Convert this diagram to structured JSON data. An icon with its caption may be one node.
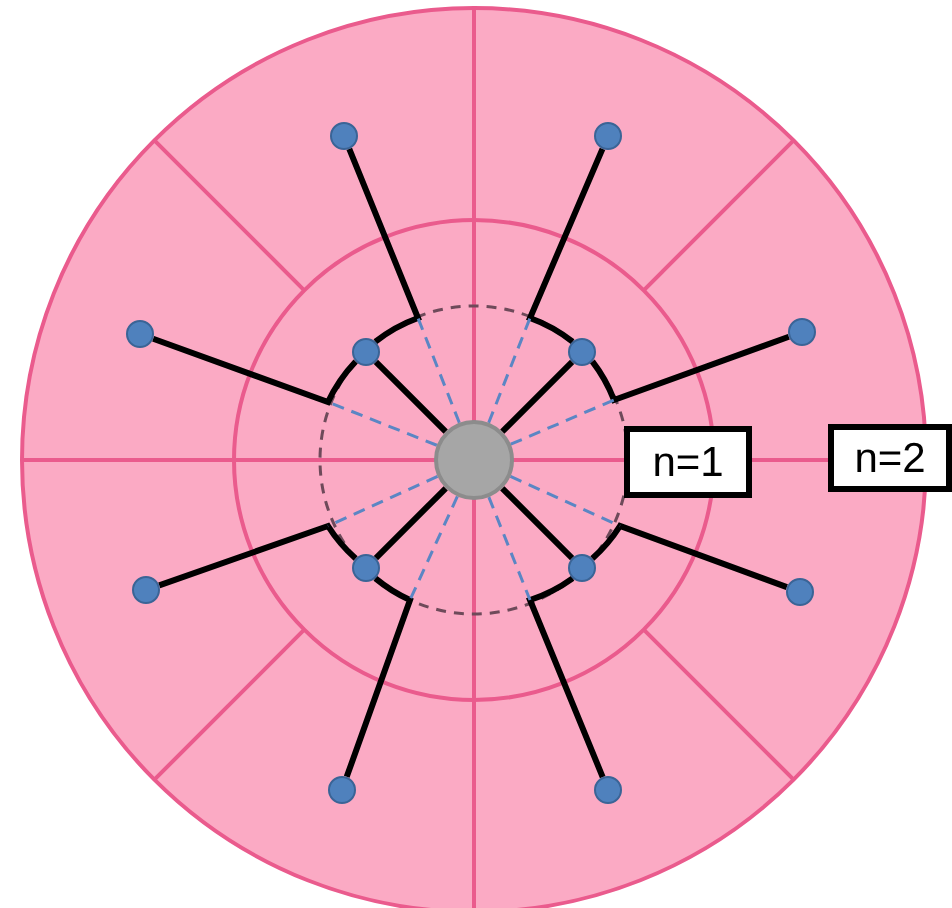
{
  "diagram": {
    "nodes": [
      {
        "text": [],
        "shape": "circle"
      },
      {
        "text": [],
        "shape": "circle"
      },
      {
        "text": [],
        "shape": "circle"
      },
      {
        "text": [],
        "shape": "circle"
      },
      {
        "text": [],
        "shape": "circle"
      },
      {
        "text": [],
        "shape": "circle"
      },
      {
        "text": [],
        "shape": "circle"
      },
      {
        "text": [],
        "shape": "circle"
      },
      {
        "text": [],
        "shape": "circle"
      },
      {
        "text": [],
        "shape": "circle"
      },
      {
        "text": [],
        "shape": "circle"
      },
      {
        "text": [],
        "shape": "circle"
      },
      {
        "text": [],
        "shape": "circle"
      },
      {
        "text": [
          "n=1"
        ]
      },
      {
        "text": [
          "n=2"
        ]
      }
    ],
    "edges": [
      {
        "from": 0,
        "to": 1,
        "arrow": "none"
      },
      {
        "from": 0,
        "to": 2,
        "arrow": "none"
      },
      {
        "from": 0,
        "to": 3,
        "arrow": "none"
      },
      {
        "from": 0,
        "to": 4,
        "arrow": "none"
      },
      {
        "from": 1,
        "to": 5,
        "arrow": "none"
      },
      {
        "from": 1,
        "to": 7,
        "arrow": "none"
      },
      {
        "from": 2,
        "to": 6,
        "arrow": "none"
      },
      {
        "from": 2,
        "to": 8,
        "arrow": "none"
      },
      {
        "from": 3,
        "to": 9,
        "arrow": "none"
      },
      {
        "from": 3,
        "to": 11,
        "arrow": "none"
      },
      {
        "from": 4,
        "to": 10,
        "arrow": "none"
      },
      {
        "from": 4,
        "to": 12,
        "arrow": "none"
      },
      {
        "from": 0,
        "to": null,
        "arrow": "none",
        "style": "dashed",
        "color": "#5b86c4"
      },
      {
        "from": 0,
        "to": null,
        "arrow": "none",
        "style": "dashed",
        "color": "#5b86c4"
      },
      {
        "from": 0,
        "to": null,
        "arrow": "none",
        "style": "dashed",
        "color": "#5b86c4"
      },
      {
        "from": 0,
        "to": null,
        "arrow": "none",
        "style": "dashed",
        "color": "#5b86c4"
      },
      {
        "from": 0,
        "to": null,
        "arrow": "none",
        "style": "dashed",
        "color": "#5b86c4"
      },
      {
        "from": 0,
        "to": null,
        "arrow": "none",
        "style": "dashed",
        "color": "#5b86c4"
      },
      {
        "from": 0,
        "to": null,
        "arrow": "none",
        "style": "dashed",
        "color": "#5b86c4"
      },
      {
        "from": 0,
        "to": null,
        "arrow": "none",
        "style": "dashed",
        "color": "#5b86c4"
      }
    ]
  }
}
